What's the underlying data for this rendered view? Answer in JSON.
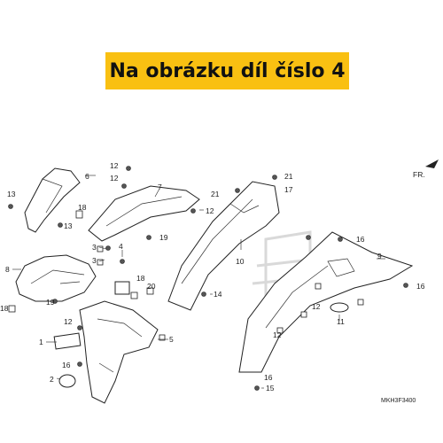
{
  "banner": {
    "text": "Na obrázku díl číslo 4",
    "background": "#f9c012"
  },
  "direction_label": "FR.",
  "diagram_code": "MKH3F3400",
  "callouts": [
    "1",
    "2",
    "3",
    "3",
    "4",
    "5",
    "6",
    "7",
    "8",
    "9",
    "10",
    "11",
    "12",
    "12",
    "12",
    "12",
    "12",
    "12",
    "13",
    "13",
    "14",
    "15",
    "16",
    "16",
    "16",
    "16",
    "17",
    "18",
    "18",
    "18",
    "19",
    "19",
    "20",
    "21",
    "21"
  ]
}
